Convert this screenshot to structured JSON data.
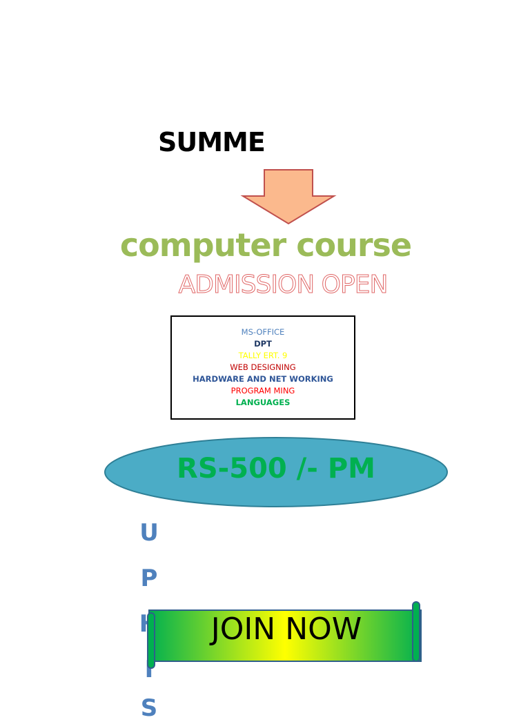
{
  "heading": "SUMME",
  "arrow_icon": "down-arrow-icon",
  "course_title": "computer course",
  "admission_text": "ADMISSION OPEN",
  "courses": [
    "MS-OFFICE",
    "DPT",
    "TALLY ERT. 9",
    "WEB DESIGNING",
    "HARDWARE  AND  NET WORKING",
    "PROGRAM MING",
    "LANGUAGES"
  ],
  "fee": "RS-500 /- PM",
  "vertical_letters": [
    "U",
    "P",
    "H",
    "I",
    "S"
  ],
  "cta": "JOIN NOW",
  "colors": {
    "course_title": "#9bbb59",
    "arrow_fill": "#fbb98d",
    "arrow_stroke": "#c0504d",
    "fee_ellipse": "#4bacc6",
    "fee_text": "#00b050",
    "vertical_letters": "#4f81bd",
    "banner_gradient": [
      "#00b050",
      "#ffff00",
      "#00b050"
    ]
  }
}
